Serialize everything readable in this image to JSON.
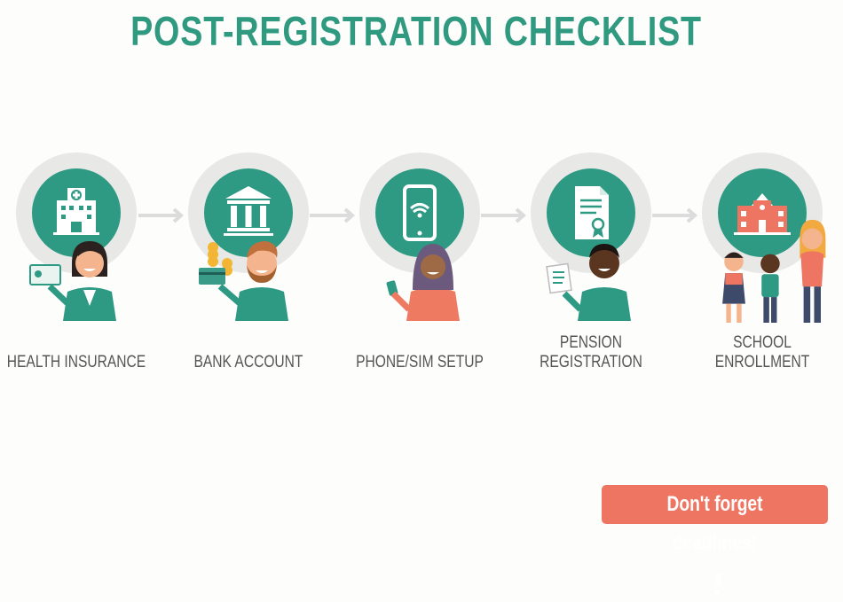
{
  "title": "POST-REGISTRATION CHECKLIST",
  "steps": [
    {
      "label_lines": [
        "HEALTH INSURANCE"
      ],
      "icon": "hospital-icon"
    },
    {
      "label_lines": [
        "BANK ACCOUNT"
      ],
      "icon": "bank-icon"
    },
    {
      "label_lines": [
        "PHONE/SIM SETUP"
      ],
      "icon": "smartphone-wifi-icon"
    },
    {
      "label_lines": [
        "PENSION",
        "REGISTRATION"
      ],
      "icon": "certificate-document-icon"
    },
    {
      "label_lines": [
        "SCHOOL",
        "ENROLLMENT"
      ],
      "icon": "school-building-icon"
    }
  ],
  "callout": {
    "text": "Don't forget deadlines!",
    "icon": "exclamation-icon"
  },
  "colors": {
    "teal": "#2e9a84",
    "title": "#2f9a7f",
    "callout": "#ef7563",
    "label": "#555555"
  }
}
